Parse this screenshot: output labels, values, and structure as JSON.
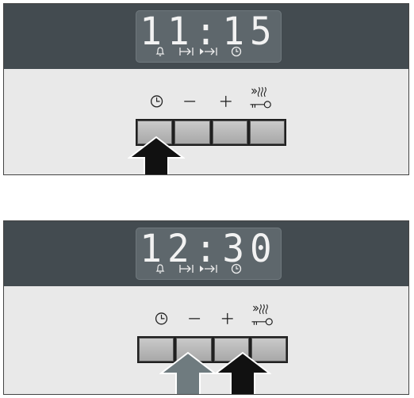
{
  "panels": [
    {
      "display_time": "11:15",
      "arrows": [
        {
          "key": "clock",
          "color": "#111111"
        }
      ]
    },
    {
      "display_time": "12:30",
      "arrows": [
        {
          "key": "minus",
          "color": "#6f7b7f"
        },
        {
          "key": "plus",
          "color": "#111111"
        }
      ]
    }
  ],
  "display_icons": [
    "bell-icon",
    "duration-icon",
    "end-time-icon",
    "clock-icon"
  ],
  "key_labels": [
    "clock-icon",
    "minus-icon",
    "plus-icon",
    "childlock-steam-icon"
  ],
  "colors": {
    "band": "#434b50",
    "display": "#5e676c",
    "panel": "#e9e9e9"
  }
}
